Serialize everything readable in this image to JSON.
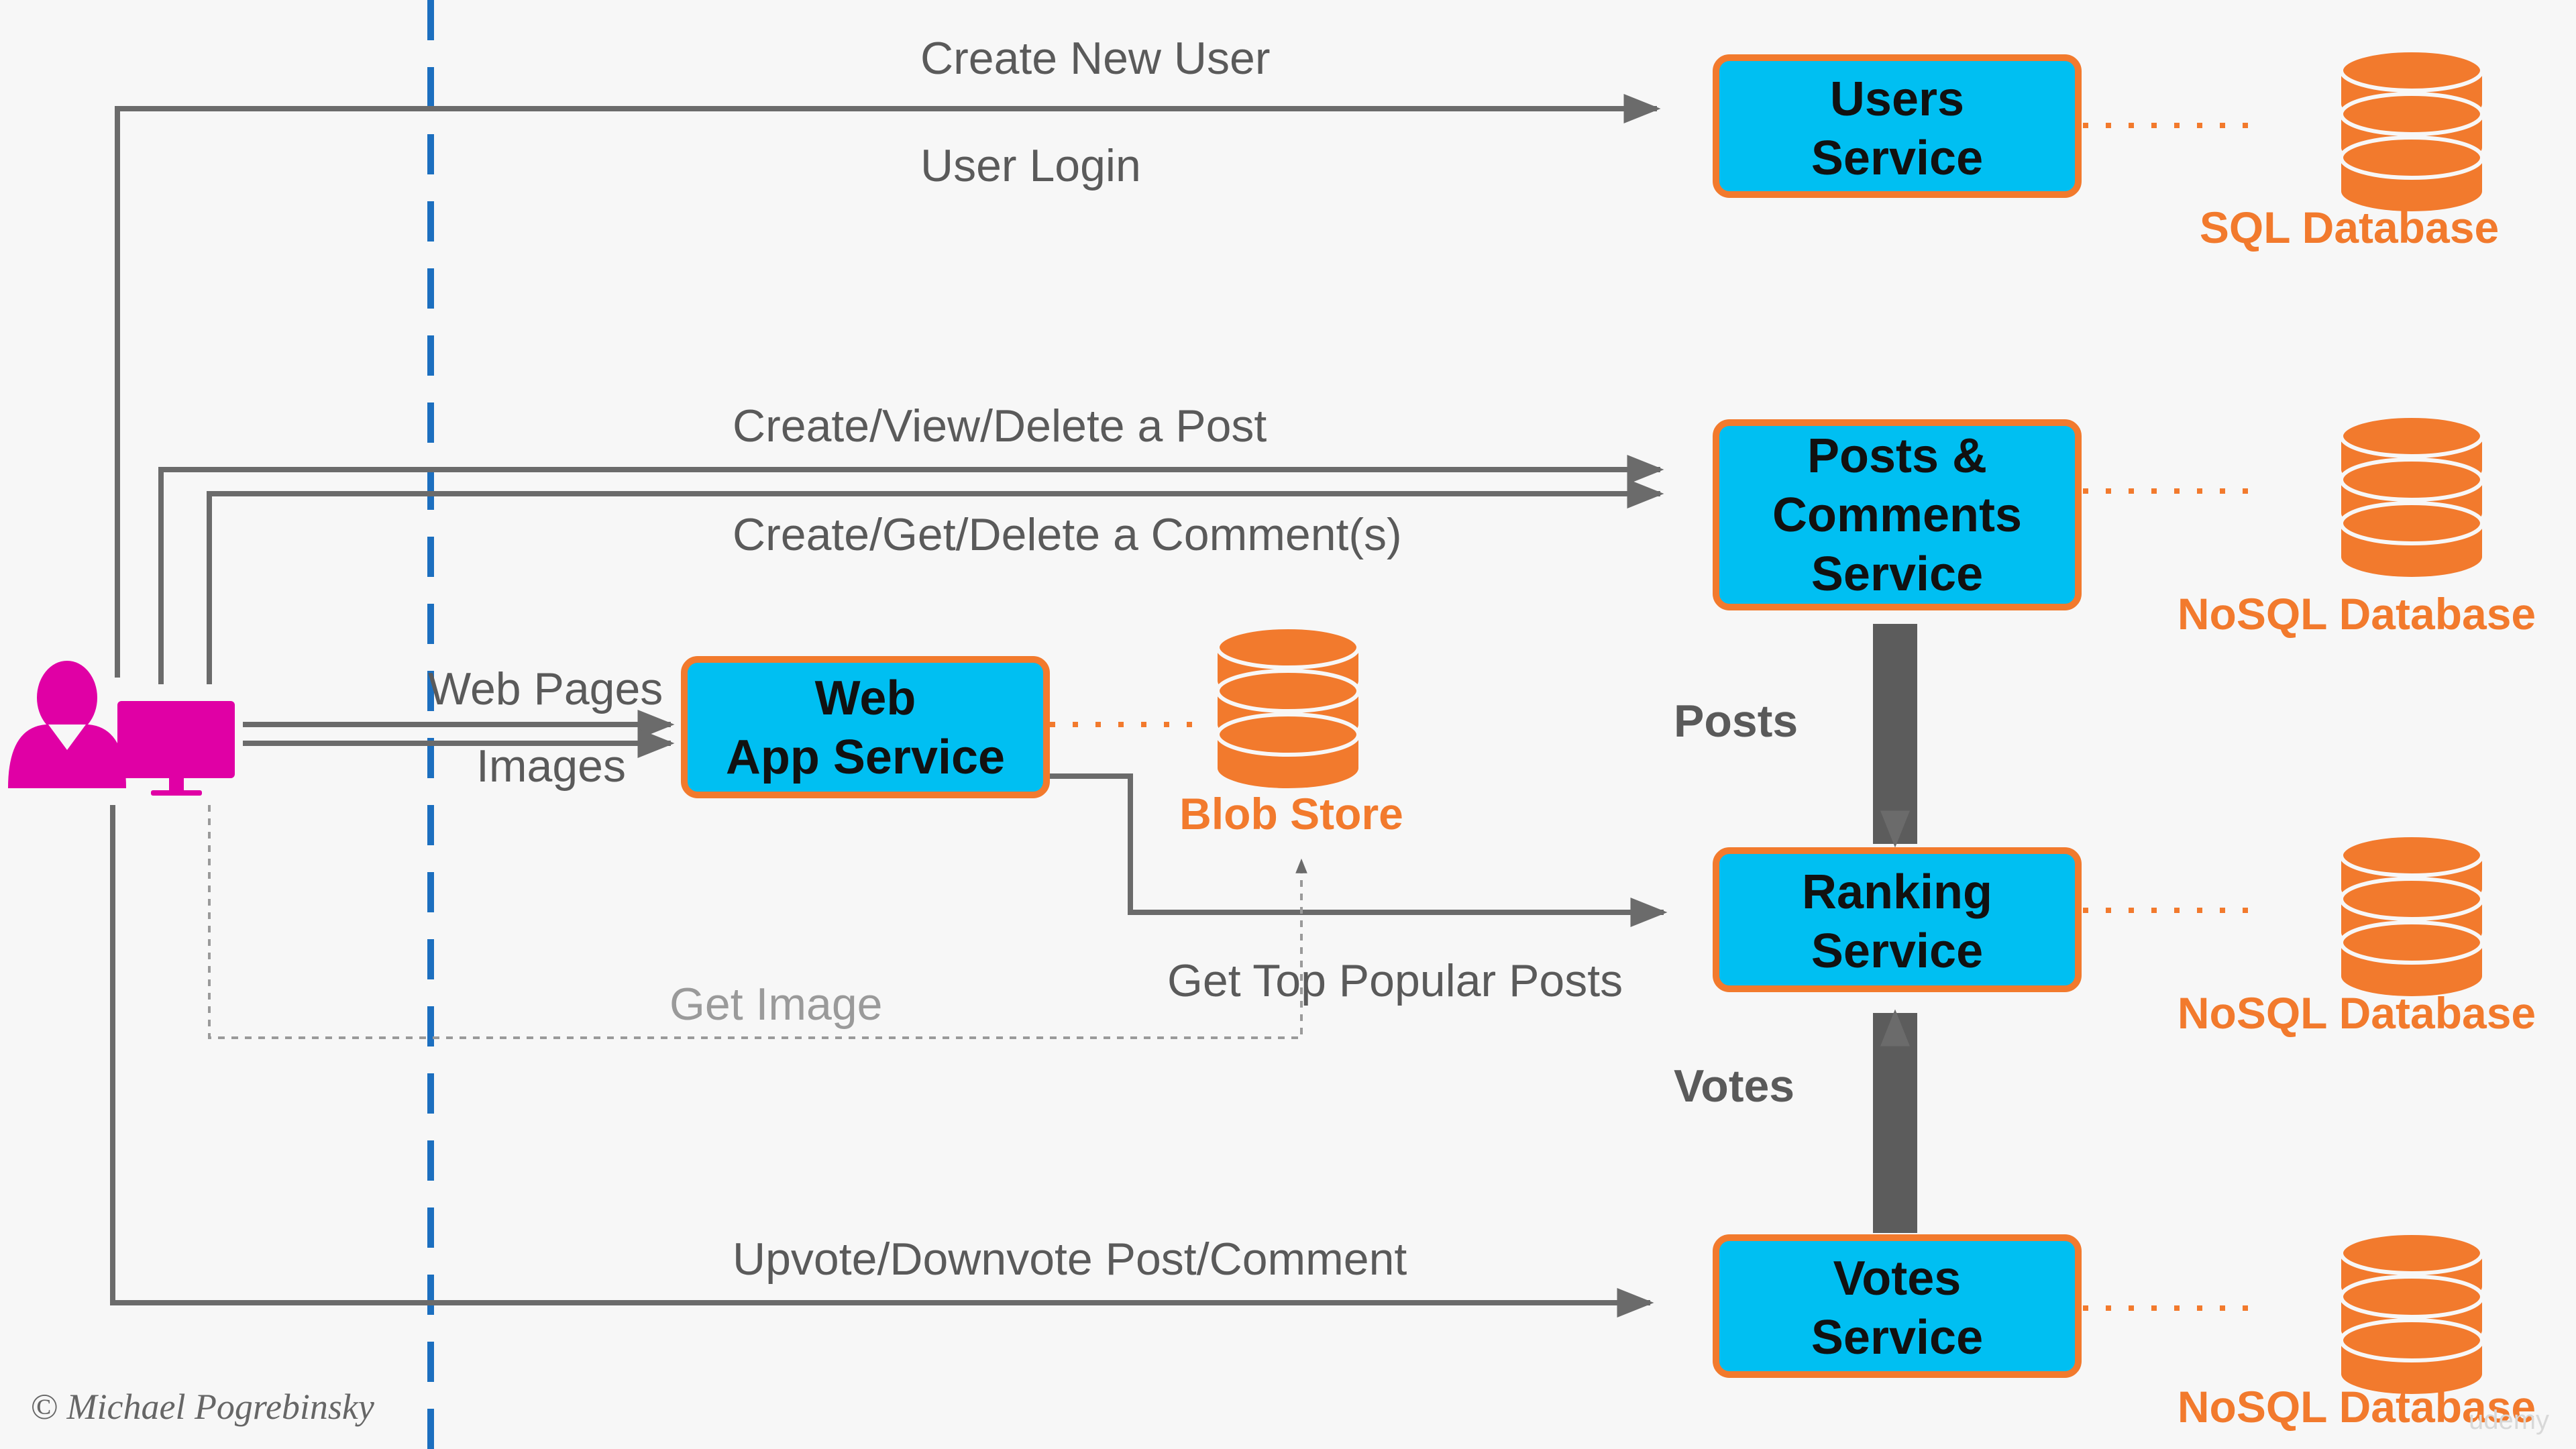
{
  "colors": {
    "service_fill": "#00bff2",
    "service_border": "#f27a2d",
    "database": "#f27a2d",
    "user_icon": "#e000a5",
    "arrow": "#6b6b6b",
    "boundary": "#1c6fbf"
  },
  "icons": {
    "user": "user-icon",
    "computer": "monitor-icon",
    "database": "database-cylinder-icon"
  },
  "services": {
    "users": {
      "line1": "Users",
      "line2": "Service"
    },
    "posts": {
      "line1": "Posts &",
      "line2": "Comments",
      "line3": "Service"
    },
    "web": {
      "line1": "Web",
      "line2": "App Service"
    },
    "ranking": {
      "line1": "Ranking",
      "line2": "Service"
    },
    "votes": {
      "line1": "Votes",
      "line2": "Service"
    }
  },
  "databases": {
    "users": "SQL Database",
    "posts": "NoSQL Database",
    "web": "Blob Store",
    "ranking": "NoSQL Database",
    "votes": "NoSQL Database"
  },
  "edges": {
    "create_user": "Create New User",
    "user_login": "User Login",
    "post_crud": "Create/View/Delete a Post",
    "comment_crud": "Create/Get/Delete a Comment(s)",
    "web_pages": "Web Pages",
    "images": "Images",
    "get_image": "Get Image",
    "top_posts": "Get Top Popular Posts",
    "posts_flow": "Posts",
    "votes_flow": "Votes",
    "vote_action": "Upvote/Downvote Post/Comment"
  },
  "copyright": "© Michael Pogrebinsky",
  "watermark": "udemy"
}
